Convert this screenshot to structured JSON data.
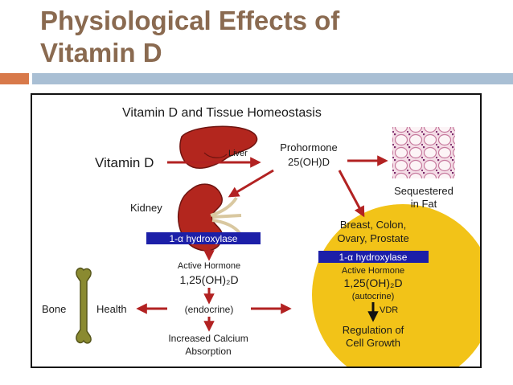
{
  "slide": {
    "title_line1": "Physiological Effects of",
    "title_line2": "Vitamin D"
  },
  "diagram": {
    "heading": "Vitamin D and Tissue Homeostasis",
    "vitamin_d": "Vitamin D",
    "liver": "Liver",
    "prohormone_line1": "Prohormone",
    "prohormone_line2": "25(OH)D",
    "sequestered_line1": "Sequestered",
    "sequestered_line2": "in Fat",
    "kidney": "Kidney",
    "hydroxylase_left": "1-α hydroxylase",
    "active_hormone_left": "Active Hormone",
    "formula_left": "1,25(OH)₂D",
    "endocrine": "(endocrine)",
    "bone": "Bone",
    "health": "Health",
    "calcium_line1": "Increased Calcium",
    "calcium_line2": "Absorption",
    "organs_line1": "Breast, Colon,",
    "organs_line2": "Ovary, Prostate",
    "hydroxylase_right": "1-α hydroxylase",
    "active_hormone_right": "Active Hormone",
    "formula_right": "1,25(OH)₂D",
    "autocrine": "(autocrine)",
    "vdr": "VDR",
    "regulation_line1": "Regulation of",
    "regulation_line2": "Cell Growth"
  },
  "colors": {
    "title": "#8a6a50",
    "accent_orange": "#d8794a",
    "accent_blue": "#a9bfd4",
    "arrow_red": "#b22222",
    "hydroxylase_blue": "#1c1fa8",
    "cell_circle": "#f2c318",
    "liver": "#b3261e",
    "kidney": "#b3261e",
    "bone": "#8a8a30"
  }
}
